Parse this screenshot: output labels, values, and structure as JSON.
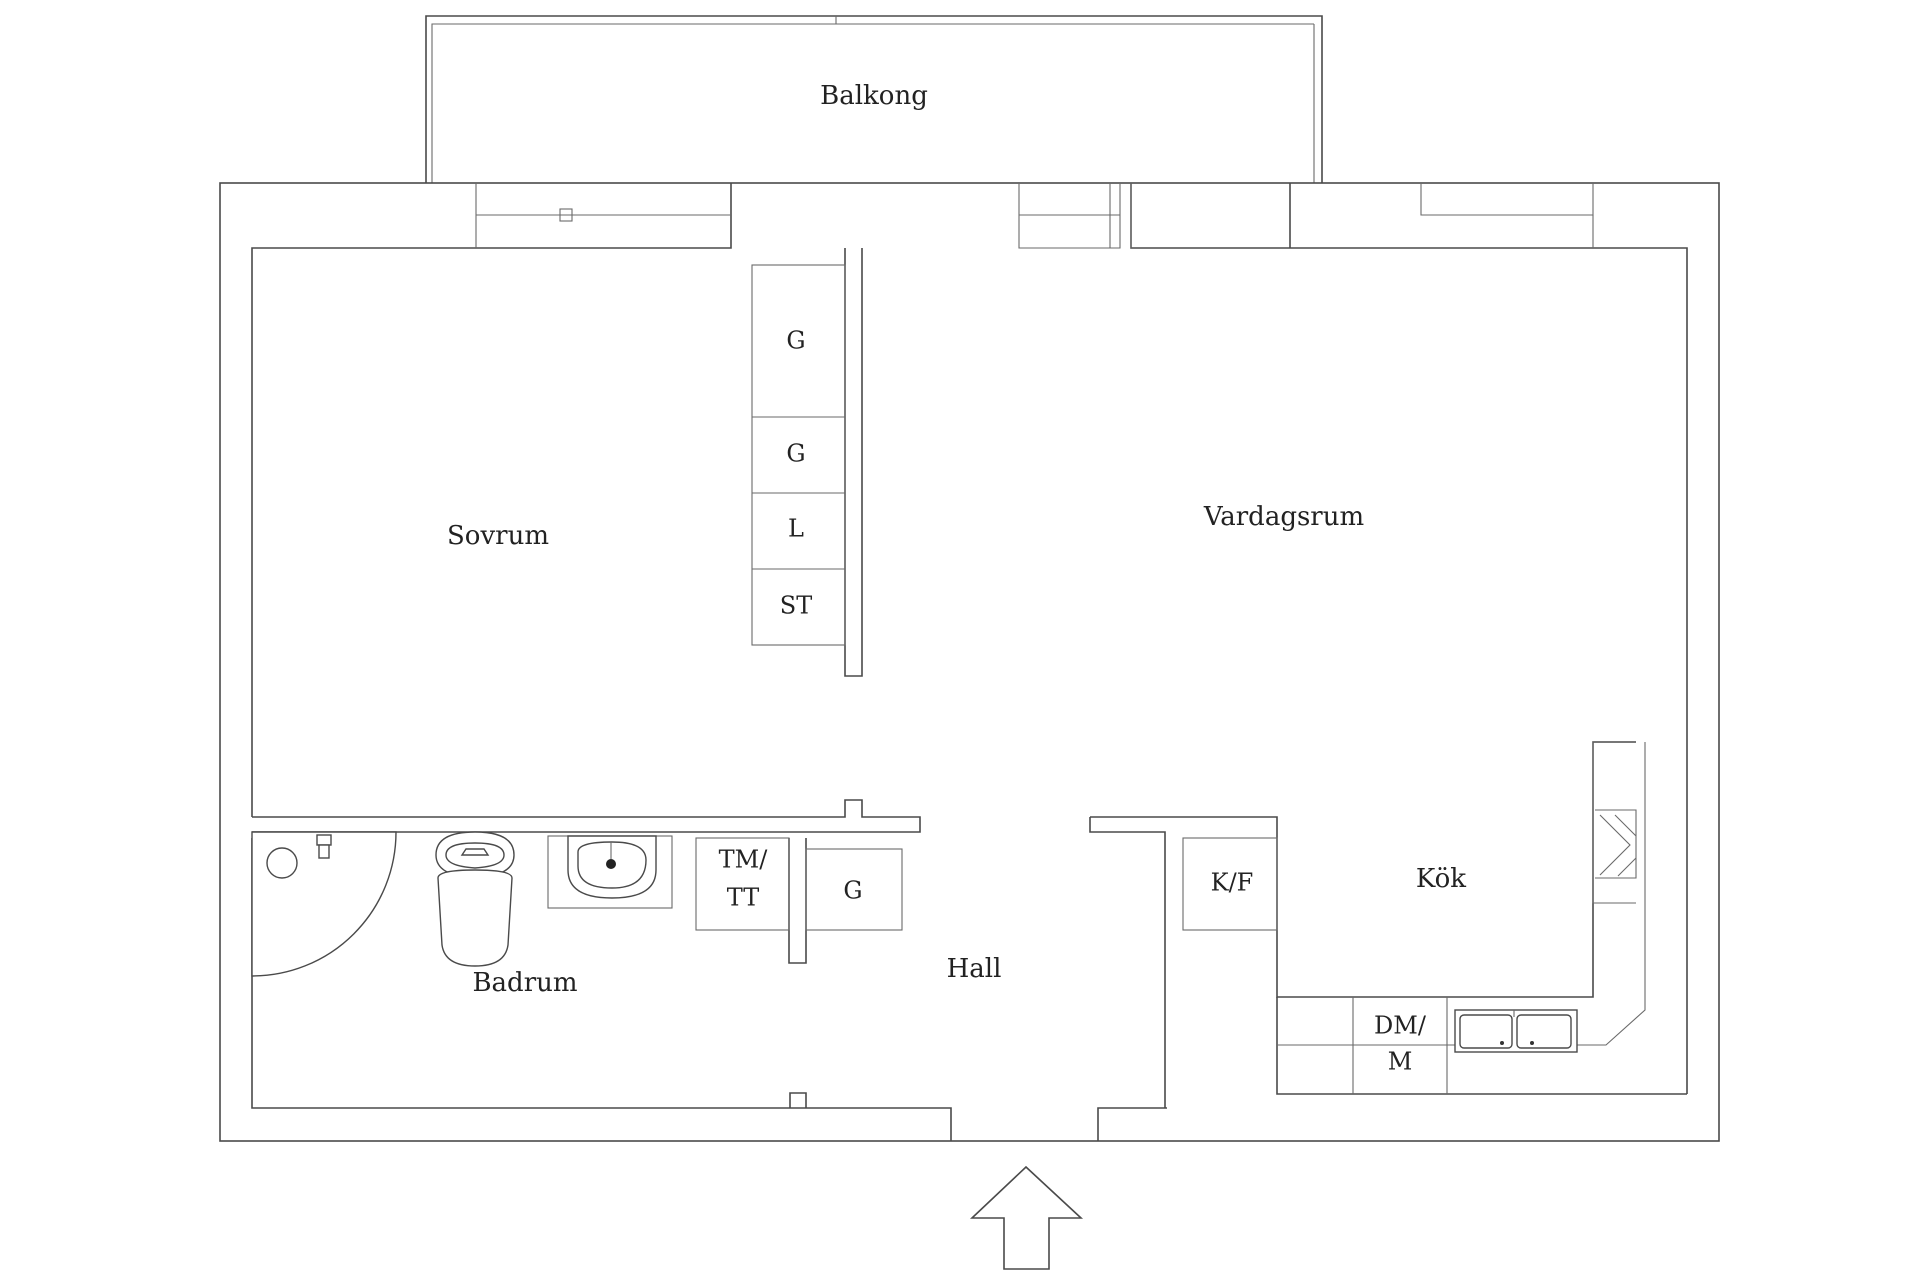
{
  "rooms": {
    "balkong": "Balkong",
    "sovrum": "Sovrum",
    "vardagsrum": "Vardagsrum",
    "kok": "Kök",
    "badrum": "Badrum",
    "hall": "Hall"
  },
  "closets": {
    "g1": "G",
    "g2": "G",
    "l": "L",
    "st": "ST",
    "g3": "G"
  },
  "appliances": {
    "tm_line1": "TM/",
    "tm_line2": "TT",
    "kf": "K/F",
    "dm_line1": "DM/",
    "dm_line2": "M"
  },
  "colors": {
    "line": "#4a4a4a",
    "background": "#ffffff",
    "text": "#222222"
  },
  "icons": [
    "entrance-arrow-icon",
    "toilet-icon",
    "sink-icon",
    "shower-icon",
    "double-sink-icon",
    "stove-icon"
  ]
}
